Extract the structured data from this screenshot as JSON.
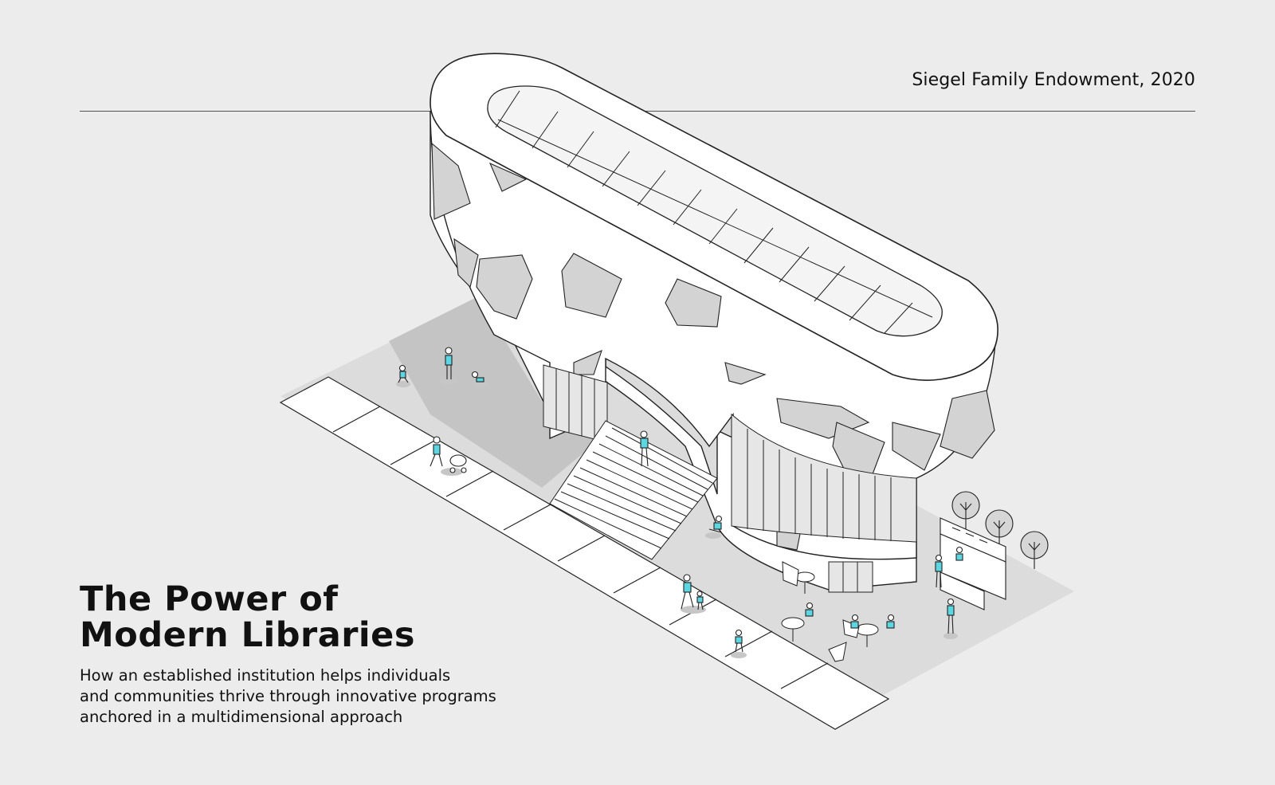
{
  "credit": "Siegel Family Endowment, 2020",
  "title": {
    "line1": "The Power of",
    "line2": "Modern Libraries"
  },
  "subtitle": {
    "line1": "How an established institution helps individuals",
    "line2": "and communities thrive through innovative programs",
    "line3": "anchored in a multidimensional approach"
  },
  "illustration": {
    "subject": "library-building-icon",
    "palette": {
      "background": "#ececec",
      "plaza": "#dcdcdc",
      "shadow": "#c8c8c8",
      "panel": "#d3d3d3",
      "line": "#222222",
      "accent": "#5cd6e0"
    }
  }
}
